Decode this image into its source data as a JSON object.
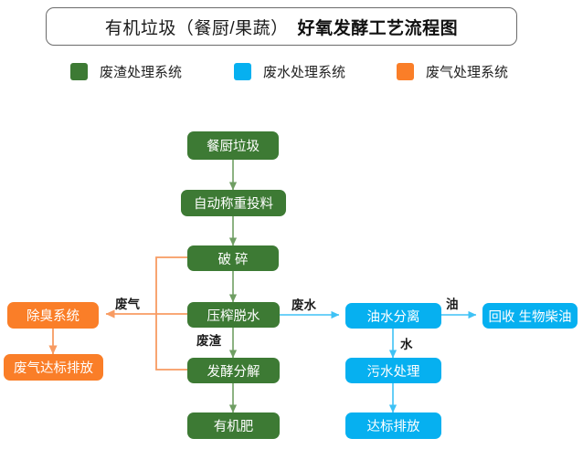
{
  "title": {
    "main": "有机垃圾（餐厨/果蔬）",
    "emphasis": "好氧发酵工艺流程图"
  },
  "legend": [
    {
      "label": "废渣处理系统",
      "color": "#3d7a34",
      "swatch_name": "legend-swatch-green"
    },
    {
      "label": "废水处理系统",
      "color": "#06b0f0",
      "swatch_name": "legend-swatch-blue"
    },
    {
      "label": "废气处理系统",
      "color": "#fa7e28",
      "swatch_name": "legend-swatch-orange"
    }
  ],
  "nodes": {
    "kitchen_waste": "餐厨垃圾",
    "auto_weigh_feed": "自动称重投料",
    "crush": "破 碎",
    "press_dewater": "压榨脱水",
    "ferment_decompose": "发酵分解",
    "organic_fertilizer": "有机肥",
    "deodorize_system": "除臭系统",
    "exhaust_standard_discharge": "废气达标排放",
    "oil_water_separation": "油水分离",
    "recover_biodiesel": "回收 生物柴油",
    "sewage_treatment": "污水处理",
    "standard_discharge": "达标排放"
  },
  "edge_labels": {
    "exhaust_gas": "废气",
    "waste_residue": "废渣",
    "waste_water": "废水",
    "oil": "油",
    "water": "水"
  },
  "colors": {
    "green": "#3d7a34",
    "blue": "#06b0f0",
    "orange": "#fa7e28",
    "green_arrow": "#6f9e63",
    "blue_arrow": "#3ec2f5",
    "orange_arrow": "#f89b62",
    "title_border": "#6b6b6b"
  }
}
